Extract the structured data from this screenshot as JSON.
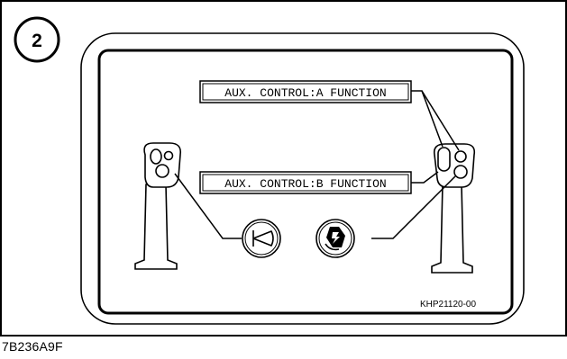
{
  "figure": {
    "number": "2",
    "label_a": "AUX. CONTROL:A FUNCTION",
    "label_b": "AUX. CONTROL:B FUNCTION",
    "part_code": "KHP21120-00",
    "icons": [
      "horn-icon",
      "auto-idle-icon"
    ]
  },
  "caption": "7B236A9F"
}
